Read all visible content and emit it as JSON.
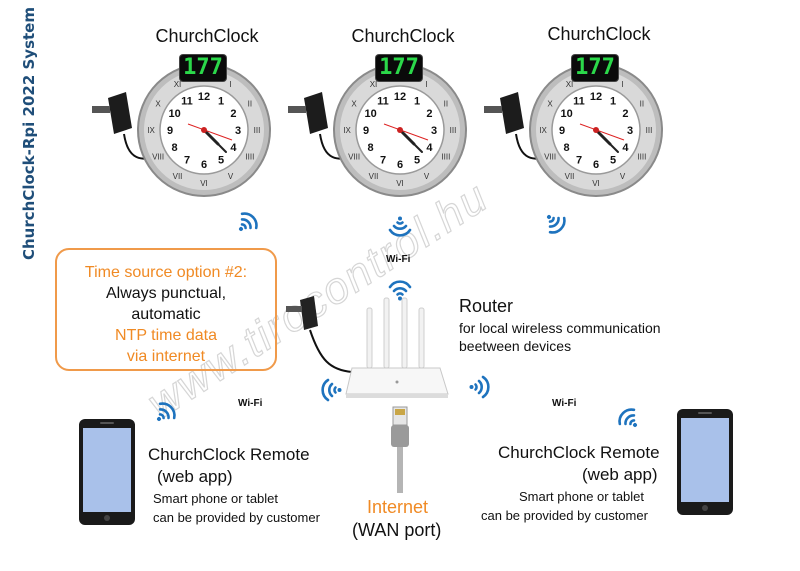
{
  "title": "ChurchClock-Rpi 2022 System",
  "clocks": [
    {
      "label": "ChurchClock",
      "counter": "177"
    },
    {
      "label": "ChurchClock",
      "counter": "177"
    },
    {
      "label": "ChurchClock",
      "counter": "177"
    }
  ],
  "clock_face": {
    "numerals": [
      "12",
      "1",
      "2",
      "3",
      "4",
      "5",
      "6",
      "7",
      "8",
      "9",
      "10",
      "11"
    ],
    "roman": [
      "XII",
      "I",
      "II",
      "III",
      "IIII",
      "V",
      "VI",
      "VII",
      "VIII",
      "IX",
      "X",
      "XI"
    ]
  },
  "note_box": {
    "line1": "Time source option #2:",
    "line2": "Always punctual,",
    "line3": "automatic",
    "line4": "NTP time data",
    "line5": "via internet"
  },
  "router": {
    "title": "Router",
    "desc1": "for local wireless communication",
    "desc2": "beetween devices"
  },
  "wifi_labels": {
    "top": "Wi-Fi",
    "left": "Wi-Fi",
    "right": "Wi-Fi"
  },
  "remote_left": {
    "title1": "ChurchClock Remote",
    "title2": "(web app)",
    "desc1": "Smart phone or tablet",
    "desc2": "can be provided by customer"
  },
  "remote_right": {
    "title1": "ChurchClock Remote",
    "title2": "(web app)",
    "desc1": "Smart phone or tablet",
    "desc2": "can be provided by customer"
  },
  "internet": {
    "title": "Internet",
    "subtitle": "(WAN port)"
  },
  "watermark": "www.tirocontrol.hu",
  "colors": {
    "accent": "#f08a24",
    "wifi": "#1e73be",
    "title": "#1f4e79",
    "counter": "#2bd94a"
  }
}
